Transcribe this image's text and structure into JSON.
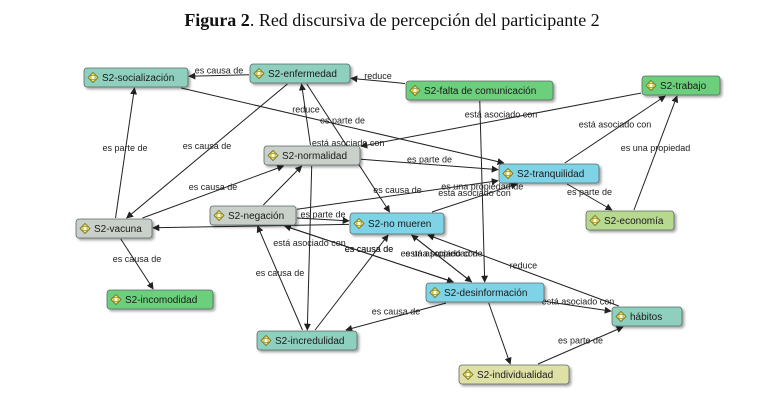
{
  "caption": {
    "label": "Figura 2",
    "text": ". Red discursiva de percepción del participante 2"
  },
  "colors": {
    "teal": "#8fcfbe",
    "green": "#6ccf7c",
    "gray": "#c9cfc9",
    "cyan": "#7fd3e6",
    "lightgreen": "#b6d88f",
    "olive": "#dfe0a6",
    "border": "#5a6a66",
    "edge": "#222222"
  },
  "diagram": {
    "nodes": [
      {
        "id": "socializacion",
        "label": "S2-socialización",
        "color": "teal"
      },
      {
        "id": "enfermedad",
        "label": "S2-enfermedad",
        "color": "teal"
      },
      {
        "id": "falta",
        "label": "S2-falta de comunicación",
        "color": "green"
      },
      {
        "id": "trabajo",
        "label": "S2-trabajo",
        "color": "green"
      },
      {
        "id": "normalidad",
        "label": "S2-normalidad",
        "color": "gray"
      },
      {
        "id": "tranquilidad",
        "label": "S2-tranquilidad",
        "color": "cyan"
      },
      {
        "id": "negacion",
        "label": "S2-negación",
        "color": "gray"
      },
      {
        "id": "nomueren",
        "label": "S2-no mueren",
        "color": "cyan"
      },
      {
        "id": "vacuna",
        "label": "S2-vacuna",
        "color": "gray"
      },
      {
        "id": "economia",
        "label": "S2-economía",
        "color": "lightgreen"
      },
      {
        "id": "incomodidad",
        "label": "S2-incomodidad",
        "color": "green"
      },
      {
        "id": "desinformacion",
        "label": "S2-desinformación",
        "color": "cyan"
      },
      {
        "id": "habitos",
        "label": "hábitos",
        "color": "teal"
      },
      {
        "id": "incredulidad",
        "label": "S2-incredulidad",
        "color": "teal"
      },
      {
        "id": "individualidad",
        "label": "S2-individualidad",
        "color": "olive"
      }
    ],
    "edges": [
      {
        "from": "enfermedad",
        "to": "socializacion",
        "label": "es causa de"
      },
      {
        "from": "falta",
        "to": "enfermedad",
        "label": "reduce"
      },
      {
        "from": "socializacion",
        "to": "tranquilidad",
        "label": "es parte de"
      },
      {
        "from": "vacuna",
        "to": "socializacion",
        "label": "es parte de"
      },
      {
        "from": "enfermedad",
        "to": "vacuna",
        "label": "es causa de"
      },
      {
        "from": "normalidad",
        "to": "enfermedad",
        "label": "reduce"
      },
      {
        "from": "trabajo",
        "to": "normalidad",
        "label": "está asociado con"
      },
      {
        "from": "falta",
        "to": "desinformacion",
        "label": "es una propiedad de"
      },
      {
        "from": "tranquilidad",
        "to": "trabajo",
        "label": "está asociado con"
      },
      {
        "from": "economia",
        "to": "trabajo",
        "label": "es una propiedad"
      },
      {
        "from": "normalidad",
        "to": "tranquilidad",
        "label": "es parte de"
      },
      {
        "from": "enfermedad",
        "to": "nomueren",
        "label": "está asociado con"
      },
      {
        "from": "tranquilidad",
        "to": "economia",
        "label": "es parte de"
      },
      {
        "from": "vacuna",
        "to": "normalidad",
        "label": "es causa de"
      },
      {
        "from": "negacion",
        "to": "normalidad",
        "label": ""
      },
      {
        "from": "negacion",
        "to": "tranquilidad",
        "label": "es causa de"
      },
      {
        "from": "nomueren",
        "to": "tranquilidad",
        "label": "está asociado con"
      },
      {
        "from": "negacion",
        "to": "nomueren",
        "label": "es parte de"
      },
      {
        "from": "vacuna",
        "to": "incomodidad",
        "label": "es causa de"
      },
      {
        "from": "nomueren",
        "to": "vacuna",
        "label": ""
      },
      {
        "from": "desinformacion",
        "to": "negacion",
        "label": "es causa de"
      },
      {
        "from": "desinformacion",
        "to": "nomueren",
        "label": "está asociado con"
      },
      {
        "from": "nomueren",
        "to": "desinformacion",
        "label": "es una propiedad de"
      },
      {
        "from": "habitos",
        "to": "nomueren",
        "label": "reduce"
      },
      {
        "from": "desinformacion",
        "to": "habitos",
        "label": "está asociado con"
      },
      {
        "from": "desinformacion",
        "to": "incredulidad",
        "label": "es causa de"
      },
      {
        "from": "incredulidad",
        "to": "negacion",
        "label": "es causa de"
      },
      {
        "from": "normalidad",
        "to": "incredulidad",
        "label": "está asociado con"
      },
      {
        "from": "incredulidad",
        "to": "nomueren",
        "label": ""
      },
      {
        "from": "desinformacion",
        "to": "individualidad",
        "label": ""
      },
      {
        "from": "individualidad",
        "to": "habitos",
        "label": "es parte de"
      },
      {
        "from": "negacion",
        "to": "desinformacion",
        "label": "es causa de"
      }
    ]
  }
}
